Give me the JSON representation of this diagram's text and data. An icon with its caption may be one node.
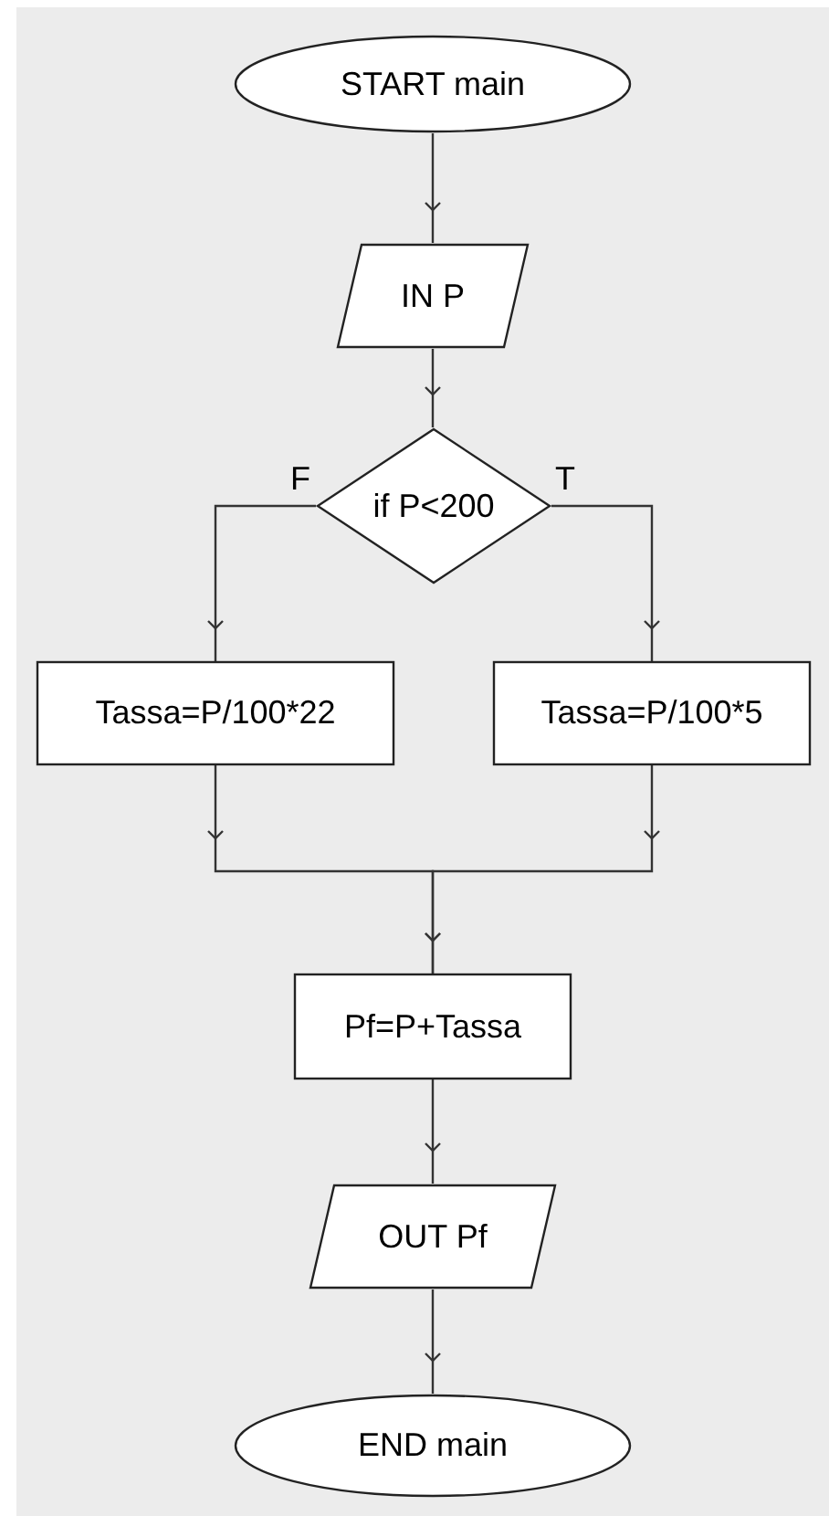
{
  "diagram": {
    "nodes": [
      {
        "text": [
          "START main"
        ]
      },
      {
        "text": [
          "IN P"
        ]
      },
      {
        "text": [
          "if P<200"
        ]
      },
      {
        "text": [
          "Tassa=P/100*22"
        ]
      },
      {
        "text": [
          "Tassa=P/100*5"
        ]
      },
      {
        "text": [
          "Pf=P+Tassa"
        ]
      },
      {
        "text": [
          "OUT Pf"
        ]
      },
      {
        "text": [
          "END main"
        ]
      }
    ],
    "edges": [
      {
        "from": 0,
        "to": 1,
        "arrow": "to"
      },
      {
        "from": 1,
        "to": 2,
        "arrow": "to"
      },
      {
        "from": 2,
        "to": 3,
        "arrow": "to",
        "label": "F"
      },
      {
        "from": 2,
        "to": 4,
        "arrow": "to",
        "label": "T"
      },
      {
        "from": 3,
        "to": 5,
        "arrow": "to"
      },
      {
        "from": 4,
        "to": 5,
        "arrow": "to"
      },
      {
        "from": 5,
        "to": 6,
        "arrow": "to"
      },
      {
        "from": 6,
        "to": 7,
        "arrow": "to"
      }
    ]
  }
}
